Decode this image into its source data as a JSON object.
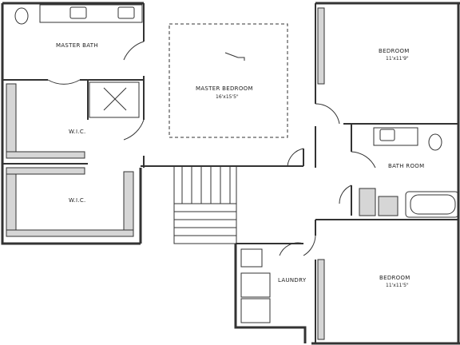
{
  "rooms": {
    "master_bath": {
      "name": "MASTER BATH"
    },
    "master_bedroom": {
      "name": "MASTER BEDROOM",
      "size": "16'x15'5\""
    },
    "wic_upper": {
      "name": "W.I.C."
    },
    "wic_lower": {
      "name": "W.I.C."
    },
    "bedroom_upper": {
      "name": "BEDROOM",
      "size": "11'x11'9\""
    },
    "bath_room": {
      "name": "BATH ROOM"
    },
    "laundry": {
      "name": "LAUNDRY"
    },
    "bedroom_lower": {
      "name": "BEDROOM",
      "size": "11'x11'5\""
    }
  },
  "colors": {
    "wall": "#3a3a3a",
    "fixture_fill": "#d6d6d6",
    "line": "#222222"
  }
}
